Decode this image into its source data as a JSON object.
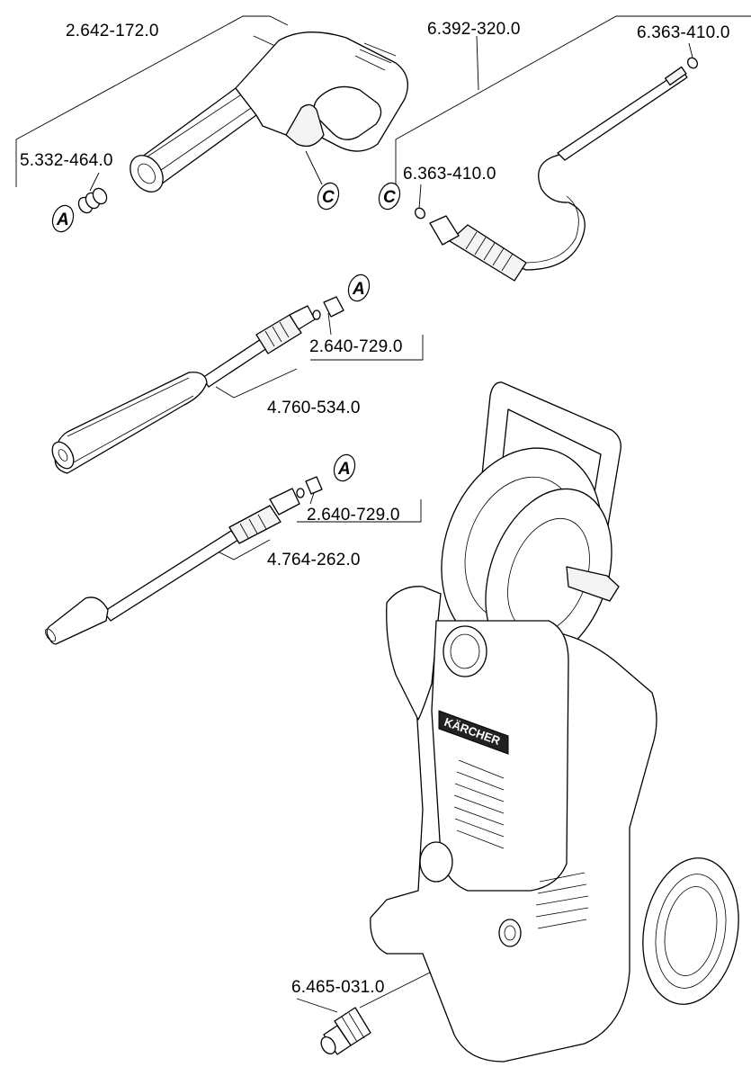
{
  "parts": {
    "gun": "2.642-172.0",
    "gun_seal": "5.332-464.0",
    "hose": "6.392-320.0",
    "oring_hose_top": "6.363-410.0",
    "oring_hose_end": "6.363-410.0",
    "nozzle_seal_1": "2.640-729.0",
    "vario_lance": "4.760-534.0",
    "nozzle_seal_2": "2.640-729.0",
    "dirt_blaster": "4.764-262.0",
    "inlet_coupling": "6.465-031.0"
  },
  "refs": {
    "a1": "A",
    "c1": "C",
    "c2": "C",
    "a2": "A",
    "a3": "A"
  },
  "brand_text": "KÄRCHER"
}
